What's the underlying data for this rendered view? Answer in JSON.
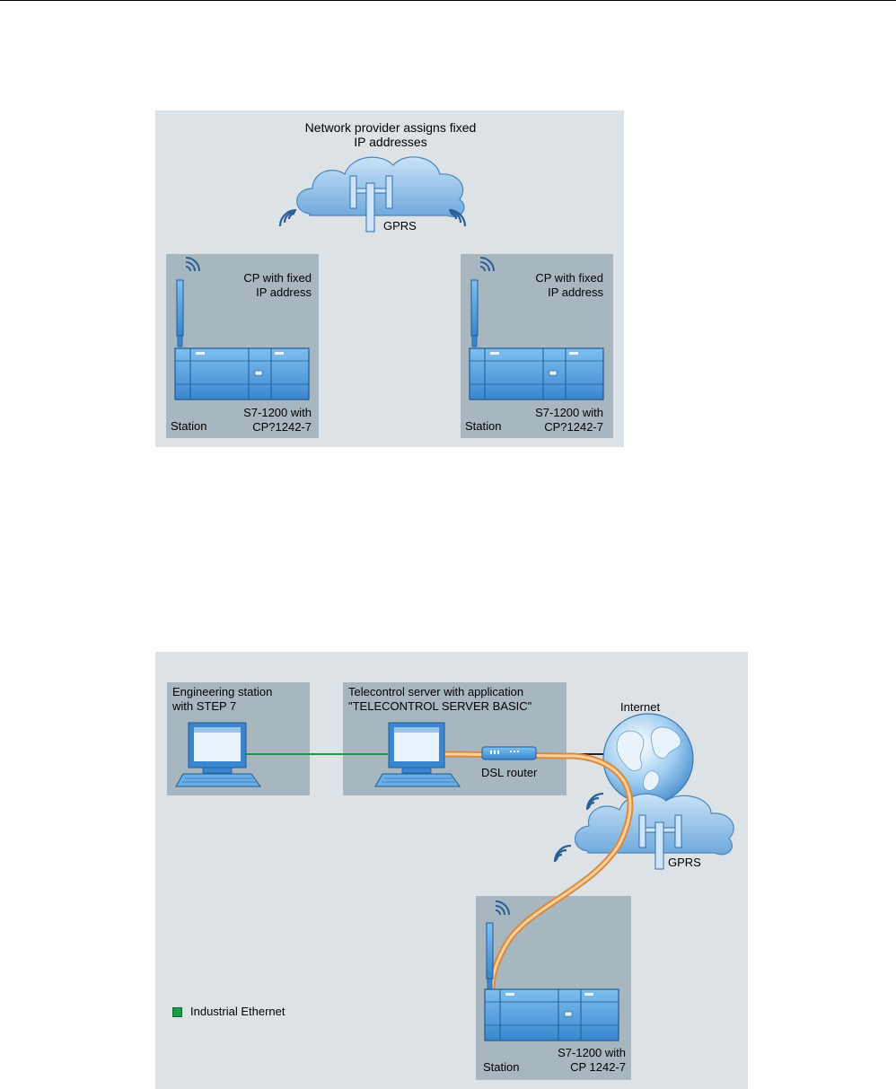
{
  "figure1": {
    "cloud_title": "Network provider assigns fixed\nIP addresses",
    "cloud_label": "GPRS",
    "stations": [
      {
        "cp_label": "CP with fixed\nIP address",
        "device_label": "S7-1200 with\nCP?1242-7",
        "station_label": "Station"
      },
      {
        "cp_label": "CP with fixed\nIP address",
        "device_label": "S7-1200 with\nCP?1242-7",
        "station_label": "Station"
      }
    ]
  },
  "figure2": {
    "engineering_label": "Engineering station\nwith STEP 7",
    "server_label": "Telecontrol server with application\n\"TELECONTROL SERVER BASIC\"",
    "router_label": "DSL router",
    "internet_label": "Internet",
    "gprs_label": "GPRS",
    "device_label": "S7-1200 with\nCP 1242-7",
    "station_label": "Station",
    "legend": {
      "label": "Industrial Ethernet",
      "color": "#1e9b48"
    }
  },
  "colors": {
    "panel": "#dde2e6",
    "box": "#a8b6bf",
    "device_blue": "#3b8fd6",
    "cloud_blue": "#8fc1ea",
    "ethernet_green": "#1e9b48",
    "gprs_orange": "#f2a65a"
  }
}
